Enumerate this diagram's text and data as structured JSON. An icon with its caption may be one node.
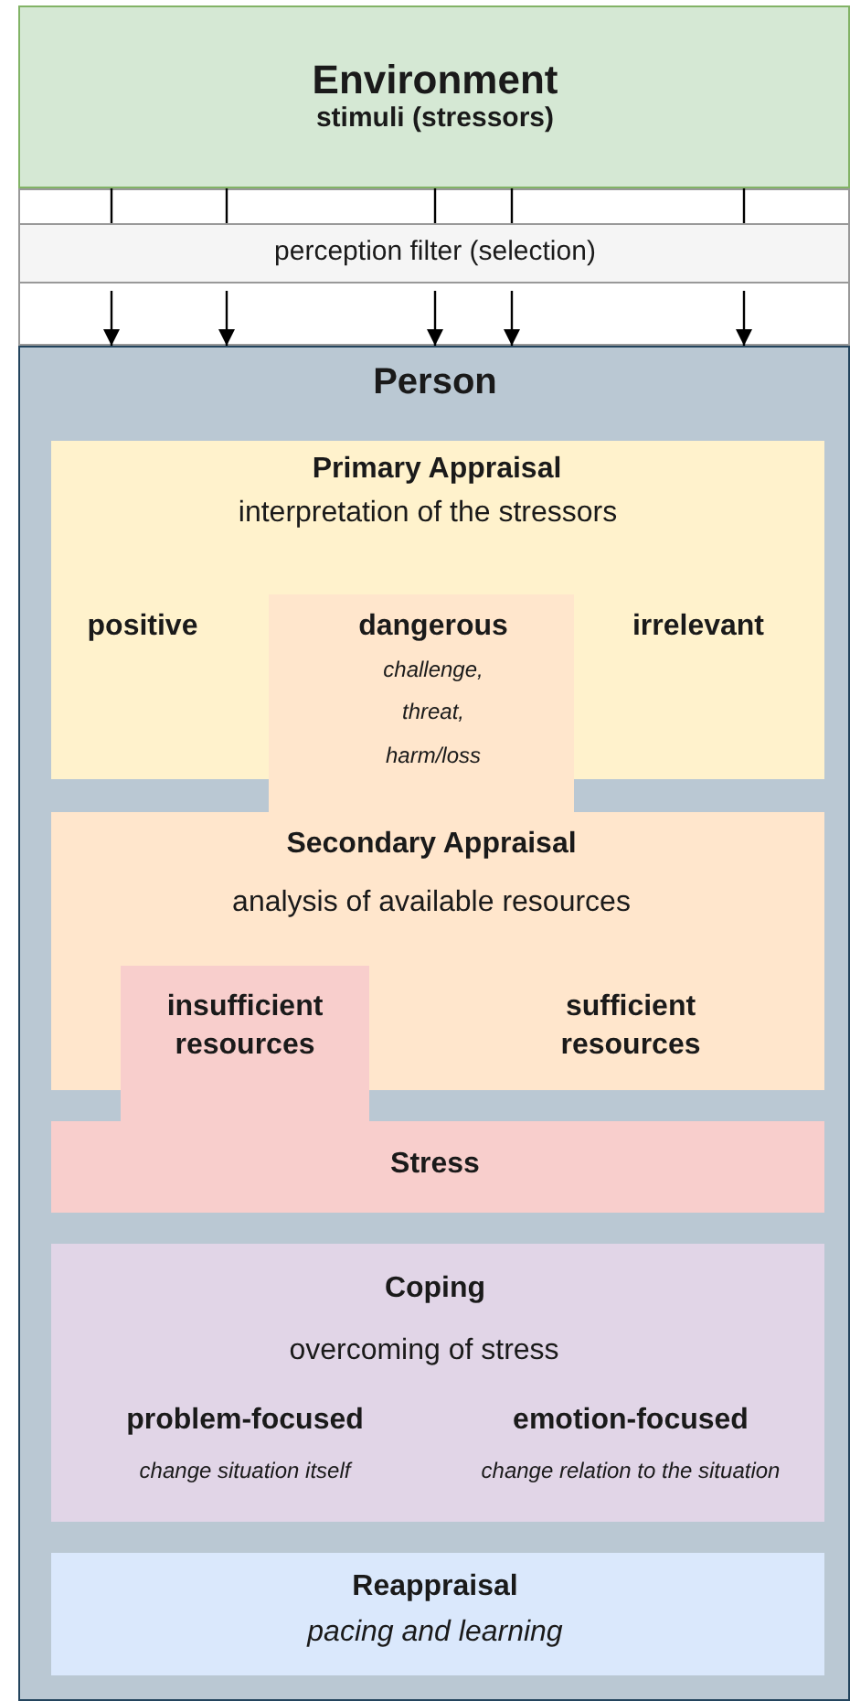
{
  "diagram": {
    "nodes": [
      {
        "text": [
          "Environment",
          "stimuli (stressors)"
        ]
      },
      {
        "text": [
          "perception filter (selection)"
        ]
      },
      {
        "text": [
          "Person"
        ]
      },
      {
        "text": [
          "Primary Appraisal",
          "interpretation of the stressors",
          "positive",
          "irrelevant"
        ],
        "in": 2
      },
      {
        "text": [
          "dangerous",
          "challenge, threat, harm/loss"
        ],
        "in": 2
      },
      {
        "text": [
          "Secondary Appraisal",
          "analysis of available resources",
          "sufficient resources"
        ],
        "in": 2
      },
      {
        "text": [
          "insufficient resources"
        ],
        "in": 2
      },
      {
        "text": [
          "Stress"
        ],
        "in": 2
      },
      {
        "text": [
          "Coping",
          "overcoming of stress",
          "problem-focused",
          "change situation itself",
          "emotion-focused",
          "change relation to the situation"
        ],
        "in": 2
      },
      {
        "text": [
          "Reappraisal",
          "pacing and learning"
        ],
        "in": 2
      }
    ],
    "edges": [
      {
        "from": 0,
        "to": 1,
        "arrow": "none"
      },
      {
        "from": 0,
        "to": 1,
        "arrow": "none"
      },
      {
        "from": 0,
        "to": 1,
        "arrow": "none"
      },
      {
        "from": 0,
        "to": 1,
        "arrow": "none"
      },
      {
        "from": 0,
        "to": 1,
        "arrow": "none"
      },
      {
        "from": 1,
        "to": 2,
        "arrow": "to"
      },
      {
        "from": 1,
        "to": 2,
        "arrow": "to"
      },
      {
        "from": 1,
        "to": 2,
        "arrow": "to"
      },
      {
        "from": 1,
        "to": 2,
        "arrow": "to"
      },
      {
        "from": 1,
        "to": 2,
        "arrow": "to"
      }
    ]
  }
}
